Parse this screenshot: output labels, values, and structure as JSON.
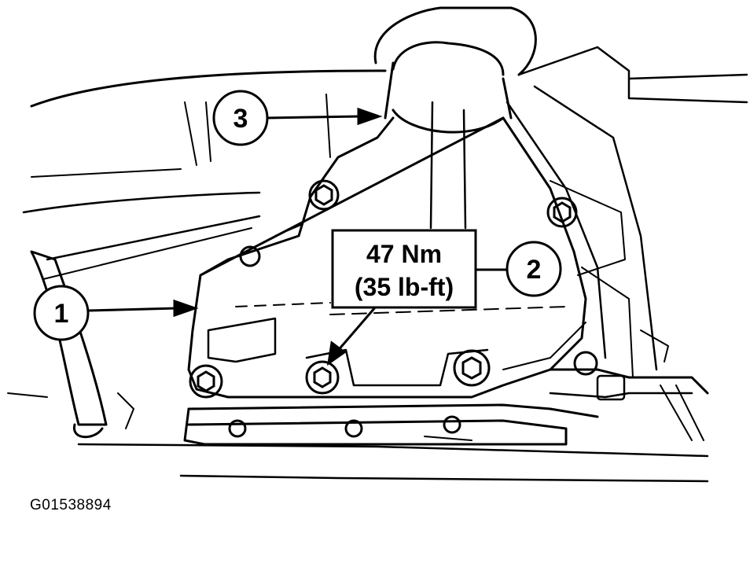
{
  "figure_id": "G01538894",
  "torque_label": {
    "line1": "47 Nm",
    "line2": "(35 lb-ft)"
  },
  "callouts": [
    {
      "id": "callout-1",
      "number": "1"
    },
    {
      "id": "callout-2",
      "number": "2"
    },
    {
      "id": "callout-3",
      "number": "3"
    }
  ],
  "colors": {
    "ink": "#000000",
    "paper": "#ffffff"
  }
}
